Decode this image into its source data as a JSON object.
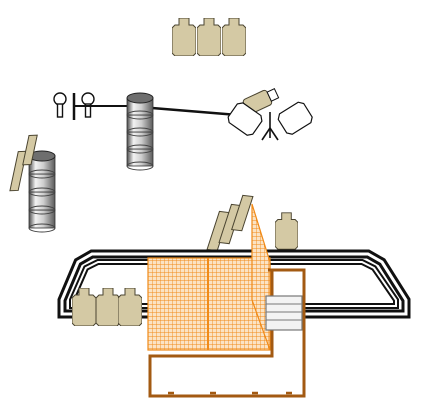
{
  "diagram": {
    "kind": "shooting-stage-layout",
    "colors": {
      "target_fill": "#d4c9a4",
      "target_stroke": "#4a4430",
      "barrel_light": "#e8e8e8",
      "barrel_dark": "#6e6e6e",
      "fence_orange": "#f08a18",
      "frame_brown": "#a35a12",
      "line_black": "#111111",
      "popper_white": "#ffffff"
    },
    "elements": [
      {
        "id": "target-group-top",
        "type": "paper-targets",
        "count": 3
      },
      {
        "id": "clay-thrower-group",
        "type": "clay-thrower-with-poppers"
      },
      {
        "id": "barrel-stack-center",
        "type": "barrel-stack"
      },
      {
        "id": "barrel-stack-left",
        "type": "barrel-stack"
      },
      {
        "id": "plate-targets-left",
        "type": "angled-plates",
        "count": 2
      },
      {
        "id": "plate-targets-center",
        "type": "angled-plates",
        "count": 3
      },
      {
        "id": "single-target-right",
        "type": "paper-targets",
        "count": 1
      },
      {
        "id": "target-group-bottom-left",
        "type": "paper-targets",
        "count": 3
      },
      {
        "id": "shooting-box-track",
        "type": "track-outline"
      },
      {
        "id": "mesh-fence",
        "type": "orange-mesh-fence"
      },
      {
        "id": "shooting-platform",
        "type": "brown-frame"
      }
    ]
  }
}
